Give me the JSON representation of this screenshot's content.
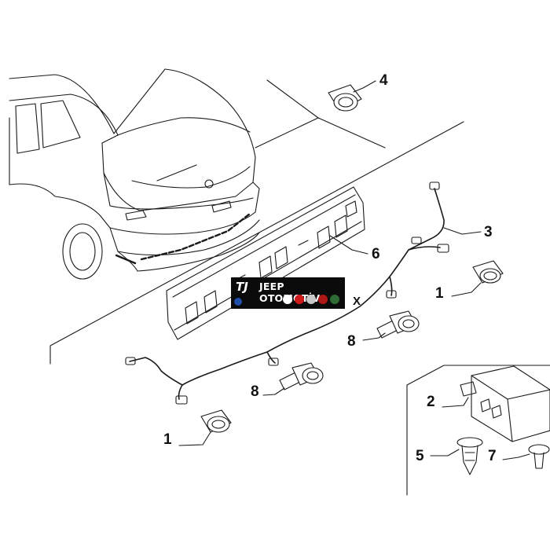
{
  "diagram": {
    "callouts": {
      "c1_upper": "1",
      "c1_lower": "1",
      "c2": "2",
      "c3": "3",
      "c4": "4",
      "c5": "5",
      "c6": "6",
      "c7": "7",
      "c8_upper": "8",
      "c8_lower": "8",
      "x_mark": "X"
    },
    "watermark": {
      "brand_initials": "TJ",
      "brand_name": "JEEP OTOMOTİV"
    }
  },
  "colors": {
    "line": "#1a1a1a",
    "part_fill": "#ffffff",
    "banner_bg": "#0b0b0b",
    "banner_text": "#ffffff",
    "banner_accent": "#d11a1a"
  },
  "icons": [
    "car-rear-outline",
    "parking-sensor",
    "sensor-wiring-harness",
    "mounting-bracket",
    "control-unit",
    "plastic-rivet",
    "push-clip"
  ]
}
